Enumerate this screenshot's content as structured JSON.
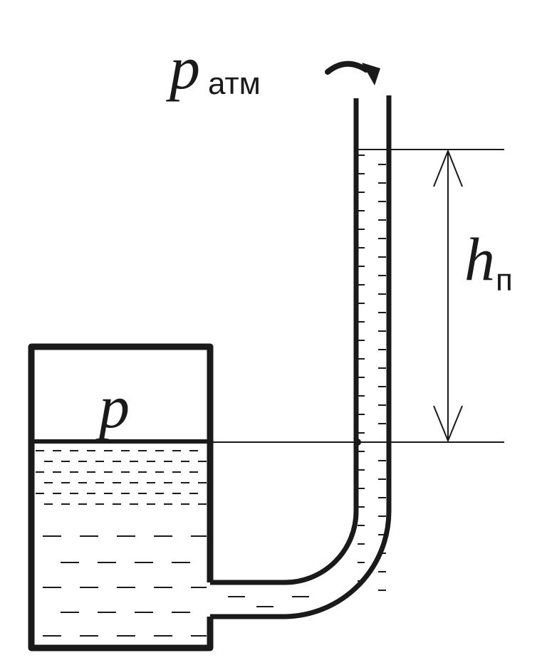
{
  "labels": {
    "atm_pressure": {
      "main": "p",
      "sub": "атм"
    },
    "height": {
      "main": "h",
      "sub": "п"
    },
    "vessel_pressure": {
      "main": "p"
    }
  },
  "colors": {
    "ink": "#1a1a1a",
    "background": "#ffffff"
  }
}
